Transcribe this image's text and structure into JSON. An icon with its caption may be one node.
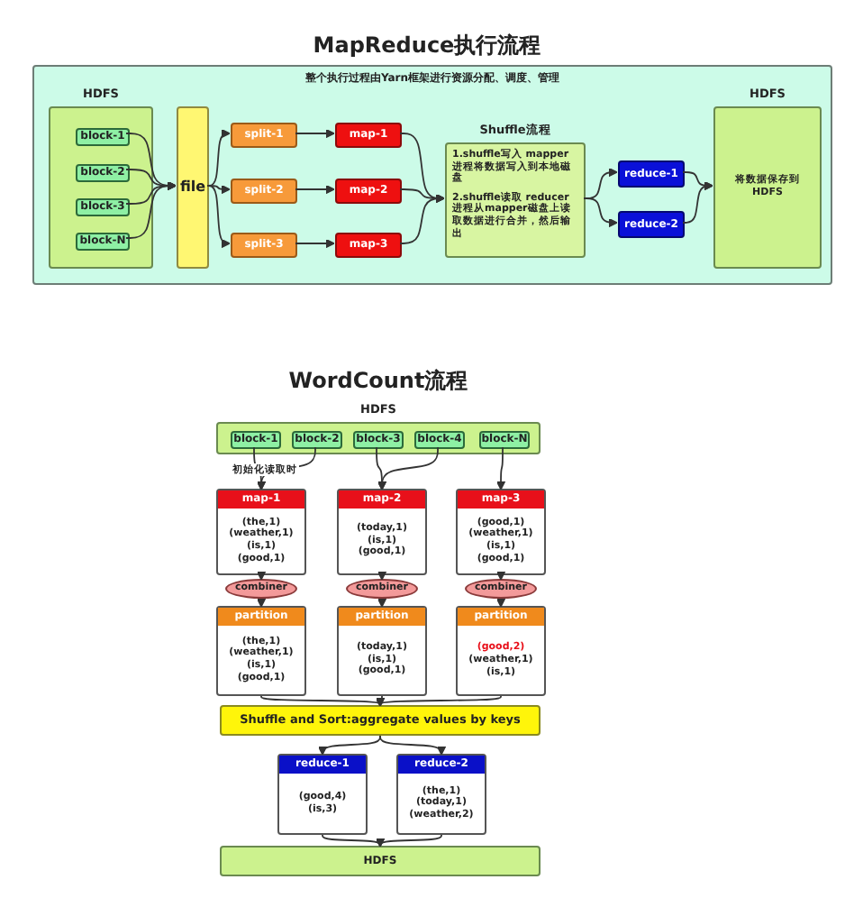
{
  "diagram": {
    "title": "MapReduce执行流程",
    "nodes": [
      {
        "text": [
          "整个执行过程由Yarn框架进行资源分配、调度、管理"
        ]
      },
      {
        "text": [
          "HDFS"
        ],
        "in": 0
      },
      {
        "text": [
          "block-1"
        ],
        "in": 1
      },
      {
        "text": [
          "block-2"
        ],
        "in": 1
      },
      {
        "text": [
          "block-3"
        ],
        "in": 1
      },
      {
        "text": [
          "block-N"
        ],
        "in": 1
      },
      {
        "text": [
          "file"
        ],
        "in": 0
      },
      {
        "text": [
          "split-1"
        ],
        "in": 0
      },
      {
        "text": [
          "split-2"
        ],
        "in": 0
      },
      {
        "text": [
          "split-3"
        ],
        "in": 0
      },
      {
        "text": [
          "map-1"
        ],
        "in": 0
      },
      {
        "text": [
          "map-2"
        ],
        "in": 0
      },
      {
        "text": [
          "map-3"
        ],
        "in": 0
      },
      {
        "text": [
          "Shuffle流程",
          "1.shuffle写入 mapper进程将数据写入到本地磁盘",
          "2.shuffle读取 reducer进程从mapper磁盘上读取数据进行合并，然后输出"
        ],
        "in": 0
      },
      {
        "text": [
          "reduce-1"
        ],
        "in": 0
      },
      {
        "text": [
          "reduce-2"
        ],
        "in": 0
      },
      {
        "text": [
          "HDFS",
          "将数据保存到HDFS"
        ],
        "in": 0
      },
      {
        "text": [
          "HDFS"
        ]
      },
      {
        "text": [
          "block-1"
        ],
        "in": 17
      },
      {
        "text": [
          "block-2"
        ],
        "in": 17
      },
      {
        "text": [
          "block-3"
        ],
        "in": 17
      },
      {
        "text": [
          "block-4"
        ],
        "in": 17
      },
      {
        "text": [
          "block-N"
        ],
        "in": 17
      },
      {
        "text": [
          "map-1",
          "(the,1) (weather,1) (is,1) (good,1)"
        ]
      },
      {
        "text": [
          "map-2",
          "(today,1) (is,1) (good,1)"
        ]
      },
      {
        "text": [
          "map-3",
          "(good,1) (weather,1) (is,1) (good,1)"
        ]
      },
      {
        "text": [
          "combiner"
        ]
      },
      {
        "text": [
          "combiner"
        ]
      },
      {
        "text": [
          "combiner"
        ]
      },
      {
        "text": [
          "partition",
          "(the,1) (weather,1) (is,1) (good,1)"
        ]
      },
      {
        "text": [
          "partition",
          "(today,1) (is,1) (good,1)"
        ]
      },
      {
        "text": [
          "partition",
          "(good,2)",
          "(weather,1) (is,1)"
        ]
      },
      {
        "text": [
          "Shuffle and Sort:aggregate values by keys"
        ]
      },
      {
        "text": [
          "reduce-1",
          "(good,4) (is,3)"
        ]
      },
      {
        "text": [
          "reduce-2",
          "(the,1) (today,1) (weather,2)"
        ]
      },
      {
        "text": [
          "HDFS"
        ]
      }
    ],
    "edges": [
      {
        "from": 2,
        "to": 6,
        "arrow": "to"
      },
      {
        "from": 3,
        "to": 6,
        "arrow": "to"
      },
      {
        "from": 4,
        "to": 6,
        "arrow": "to"
      },
      {
        "from": 5,
        "to": 6,
        "arrow": "to"
      },
      {
        "from": 6,
        "to": 7,
        "arrow": "to"
      },
      {
        "from": 6,
        "to": 8,
        "arrow": "to"
      },
      {
        "from": 6,
        "to": 9,
        "arrow": "to"
      },
      {
        "from": 7,
        "to": 10,
        "arrow": "to"
      },
      {
        "from": 8,
        "to": 11,
        "arrow": "to"
      },
      {
        "from": 9,
        "to": 12,
        "arrow": "to"
      },
      {
        "from": 10,
        "to": 13,
        "arrow": "to"
      },
      {
        "from": 11,
        "to": 13,
        "arrow": "to"
      },
      {
        "from": 12,
        "to": 13,
        "arrow": "to"
      },
      {
        "from": 13,
        "to": 14,
        "arrow": "to"
      },
      {
        "from": 13,
        "to": 15,
        "arrow": "to"
      },
      {
        "from": 14,
        "to": 16,
        "arrow": "to"
      },
      {
        "from": 15,
        "to": 16,
        "arrow": "to"
      },
      {
        "from": 18,
        "to": 23,
        "arrow": "to",
        "label": "初始化读取时"
      },
      {
        "from": 19,
        "to": 23,
        "arrow": "to"
      },
      {
        "from": 20,
        "to": 24,
        "arrow": "to"
      },
      {
        "from": 21,
        "to": 24,
        "arrow": "to"
      },
      {
        "from": 22,
        "to": 25,
        "arrow": "to"
      },
      {
        "from": 23,
        "to": 26,
        "arrow": "to"
      },
      {
        "from": 24,
        "to": 27,
        "arrow": "to"
      },
      {
        "from": 25,
        "to": 28,
        "arrow": "to"
      },
      {
        "from": 26,
        "to": 29,
        "arrow": "to"
      },
      {
        "from": 27,
        "to": 30,
        "arrow": "to"
      },
      {
        "from": 28,
        "to": 31,
        "arrow": "to"
      },
      {
        "from": 29,
        "to": 32,
        "arrow": "to"
      },
      {
        "from": 30,
        "to": 32,
        "arrow": "to"
      },
      {
        "from": 31,
        "to": 32,
        "arrow": "to"
      },
      {
        "from": 32,
        "to": 33,
        "arrow": "to"
      },
      {
        "from": 32,
        "to": 34,
        "arrow": "to"
      },
      {
        "from": 33,
        "to": 35,
        "arrow": "to"
      },
      {
        "from": 34,
        "to": 35,
        "arrow": "to"
      }
    ],
    "labels": [
      "WordCount流程"
    ]
  }
}
